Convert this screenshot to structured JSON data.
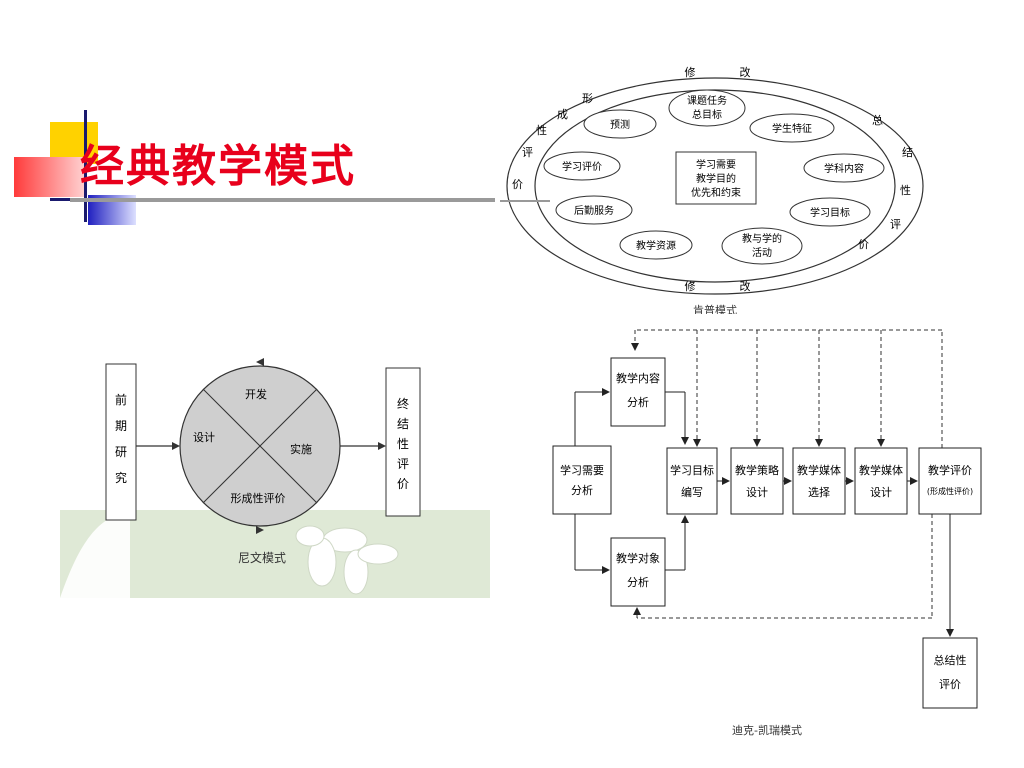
{
  "slide": {
    "title": "经典教学模式"
  },
  "ring_model": {
    "outer_top": [
      "修",
      "改"
    ],
    "outer_bottom": [
      "修",
      "改"
    ],
    "outer_left": [
      "形",
      "成",
      "性",
      "评",
      "价"
    ],
    "outer_right": [
      "总",
      "结",
      "性",
      "评",
      "价"
    ],
    "center": [
      "学习需要",
      "教学目的",
      "优先和约束"
    ],
    "nodes": [
      {
        "lines": [
          "课题任务",
          "总目标"
        ]
      },
      {
        "lines": [
          "预测"
        ]
      },
      {
        "lines": [
          "学生特征"
        ]
      },
      {
        "lines": [
          "学习评价"
        ]
      },
      {
        "lines": [
          "学科内容"
        ]
      },
      {
        "lines": [
          "后勤服务"
        ]
      },
      {
        "lines": [
          "学习目标"
        ]
      },
      {
        "lines": [
          "教学资源"
        ]
      },
      {
        "lines": [
          "教与学的",
          "活动"
        ]
      }
    ],
    "caption": "肯普模式"
  },
  "nirun_model": {
    "left_box": [
      "前",
      "期",
      "研",
      "究"
    ],
    "right_box": [
      "终",
      "结",
      "性",
      "评",
      "价"
    ],
    "quadrants": [
      "开发",
      "设计",
      "实施",
      "形成性评价"
    ],
    "caption": "尼文模式"
  },
  "dick_model": {
    "need": [
      "学习需要",
      "分析"
    ],
    "content": [
      "教学内容",
      "分析"
    ],
    "learner": [
      "教学对象",
      "分析"
    ],
    "objective": [
      "学习目标",
      "编写"
    ],
    "strategy": [
      "教学策略",
      "设计"
    ],
    "media_select": [
      "教学媒体",
      "选择"
    ],
    "media_design": [
      "教学媒体",
      "设计"
    ],
    "eval": [
      "教学评价",
      "(形成性评价)"
    ],
    "summative": [
      "总结性",
      "评价"
    ],
    "caption": "迪克-凯瑞模式"
  },
  "colors": {
    "title": "#e8001c",
    "deco_yellow": "#ffd200",
    "deco_red": "#ff4040",
    "deco_blue": "#2020c0",
    "green": "#dfe9d6"
  }
}
